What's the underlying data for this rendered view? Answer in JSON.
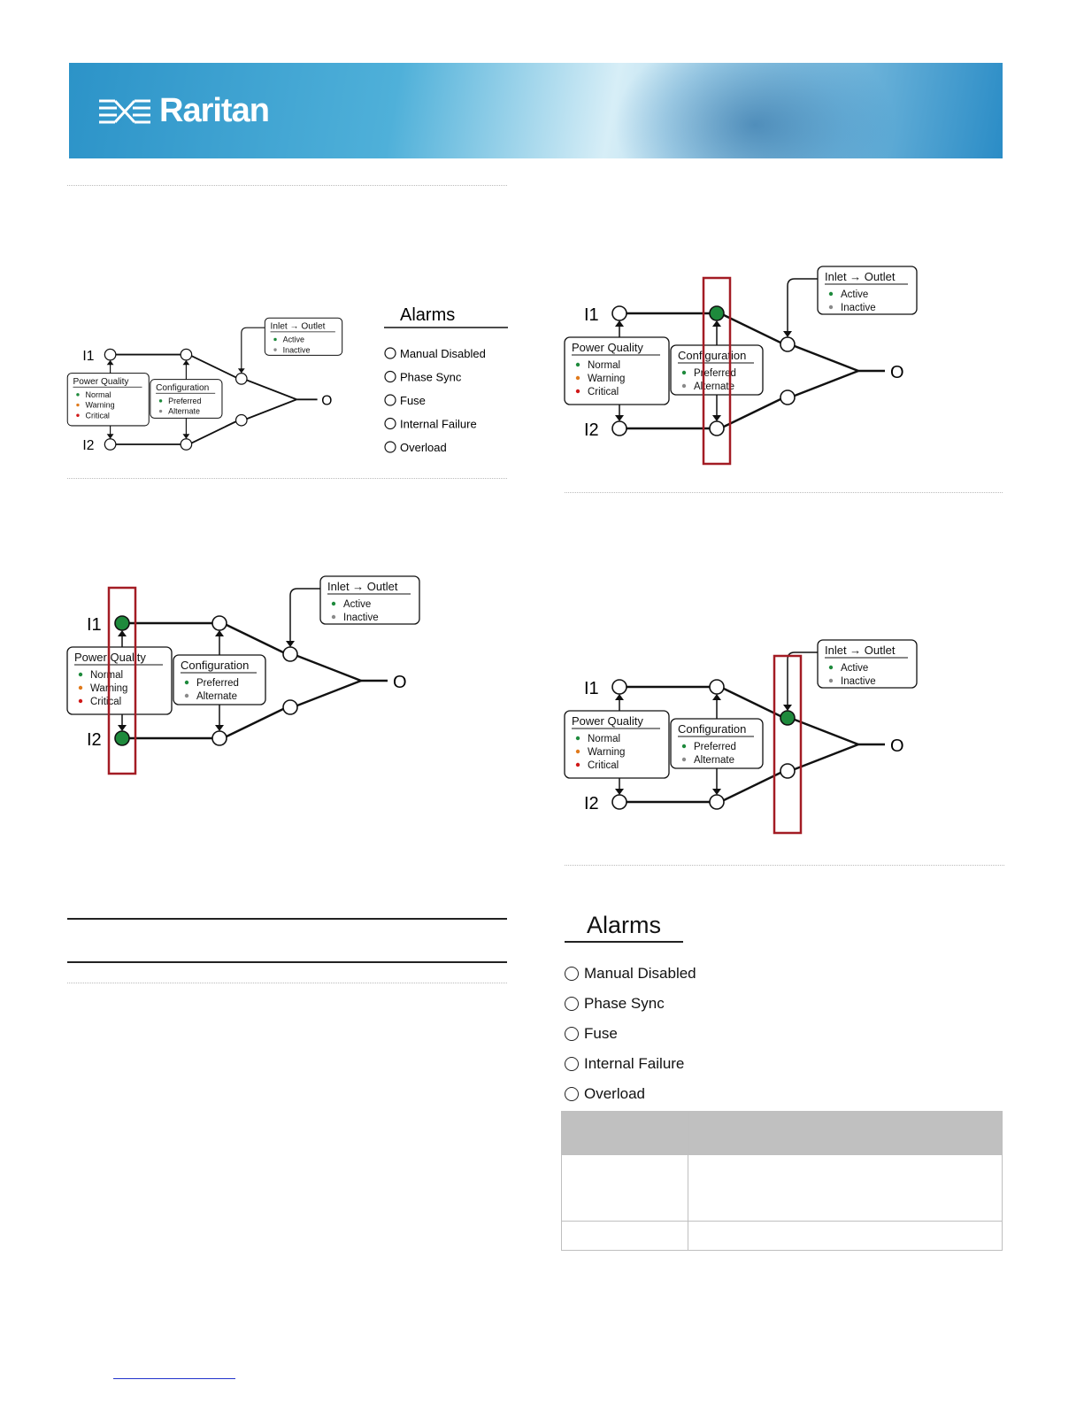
{
  "brand": {
    "name": "Raritan"
  },
  "diagram": {
    "inlet1": "I1",
    "inlet2": "I2",
    "output": "O",
    "power_quality": {
      "title": "Power Quality",
      "items": [
        "Normal",
        "Warning",
        "Critical"
      ]
    },
    "configuration": {
      "title": "Configuration",
      "items": [
        "Preferred",
        "Alternate"
      ]
    },
    "inlet_outlet": {
      "title": "Inlet → Outlet",
      "items": [
        "Active",
        "Inactive"
      ]
    }
  },
  "alarms": {
    "title": "Alarms",
    "items": [
      "Manual Disabled",
      "Phase Sync",
      "Fuse",
      "Internal Failure",
      "Overload"
    ]
  },
  "colors": {
    "normal": "#1e8a3c",
    "warning": "#e07a1c",
    "critical": "#d01818",
    "inactive": "#8a8a8a",
    "highlight": "#a31c24",
    "active_node": "#1e8a3c"
  },
  "table": {
    "rows": 3
  }
}
